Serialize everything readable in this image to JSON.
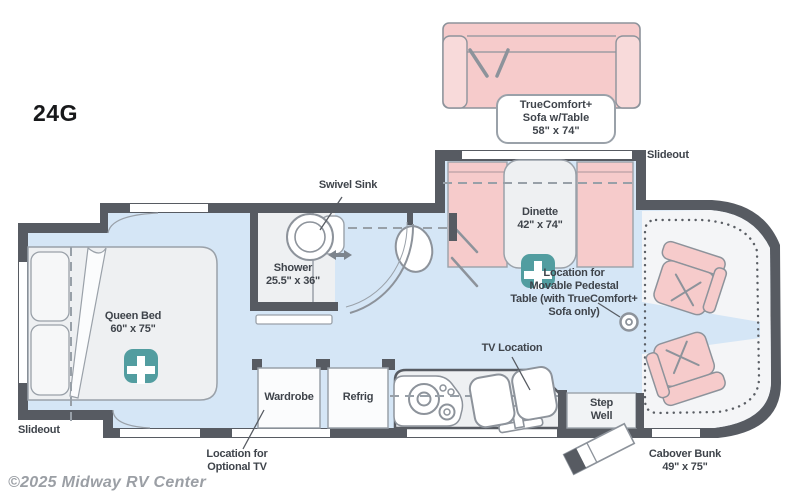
{
  "model": "24G",
  "watermark": "©2025 Midway RV Center",
  "labels": {
    "sofa": "TrueComfort+\nSofa w/Table\n58\" x 74\"",
    "slideout_top": "Slideout",
    "slideout_rear": "Slideout",
    "dinette": "Dinette\n42\" x 74\"",
    "swivel_sink": "Swivel Sink",
    "shower": "Shower\n25.5\" x 36\"",
    "queen_bed": "Queen Bed\n60\" x 75\"",
    "pedestal_table": "Location for\nMovable Pedestal\nTable (with TrueComfort+\nSofa only)",
    "tv_location": "TV Location",
    "wardrobe": "Wardrobe",
    "refrig": "Refrig",
    "step_well": "Step\nWell",
    "optional_tv": "Location for\nOptional TV",
    "cabover_bunk": "Cabover Bunk\n49\" x 75\""
  },
  "icons": {
    "plus_marker": "teal-plus-marker-icon",
    "swivel_arrow": "left-right-arrow-icon",
    "pedestal_point": "table-mount-circle-icon"
  },
  "colors": {
    "wall": "#575b62",
    "floor_blue": "#d5e6f6",
    "floor_gray": "#eef0f2",
    "cab_floor": "#f4f5f7",
    "furniture_pink": "#f6cbcb",
    "furniture_pink_light": "#f8dada",
    "outline_gray": "#8d939b",
    "dash_gray": "#98a0a8",
    "teal_marker": "#529da0",
    "text": "#3f444b",
    "watermark": "#9b9fa5"
  }
}
